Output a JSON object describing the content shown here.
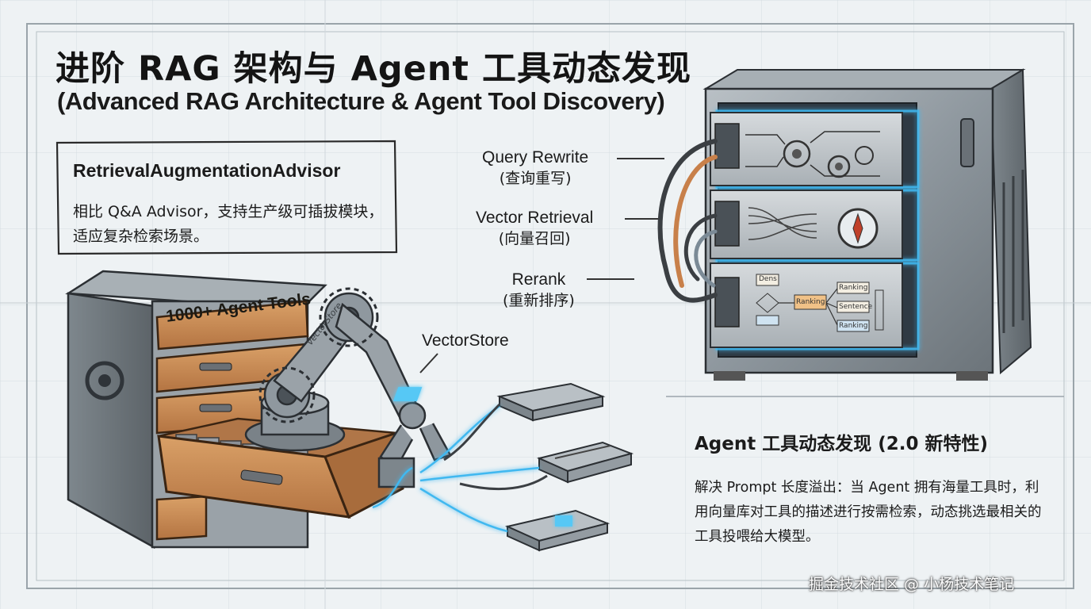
{
  "title": {
    "cn": "进阶 RAG 架构与 Agent 工具动态发现",
    "en": "(Advanced RAG Architecture & Agent Tool Discovery)"
  },
  "advisor_box": {
    "heading": "RetrievalAugmentationAdvisor",
    "description": "相比 Q&A Advisor，支持生产级可插拔模块，适应复杂检索场景。"
  },
  "pipeline": [
    {
      "en": "Query Rewrite",
      "cn": "(查询重写)"
    },
    {
      "en": "Vector Retrieval",
      "cn": "(向量召回)"
    },
    {
      "en": "Rerank",
      "cn": "(重新排序)"
    }
  ],
  "cabinet": {
    "label": "1000+ Agent Tools",
    "arm_label": "VectorStore"
  },
  "vector_store_label": "VectorStore",
  "dynamic_discovery": {
    "heading": "Agent 工具动态发现 (2.0 新特性)",
    "description": "解决 Prompt 长度溢出：当 Agent 拥有海量工具时，利用向量库对工具的描述进行按需检索，动态挑选最相关的工具投喂给大模型。"
  },
  "rerank_panel": {
    "tags": [
      "Dens",
      "Ranking",
      "Ranking",
      "Sentence",
      "Ranking"
    ]
  },
  "watermark": "掘金技术社区 @ 小杨技术笔记",
  "colors": {
    "background": "#eef2f4",
    "metal": "#8e979e",
    "wood": "#c8894e",
    "glow": "#3fb8f0",
    "ink": "#1c1c1c"
  }
}
